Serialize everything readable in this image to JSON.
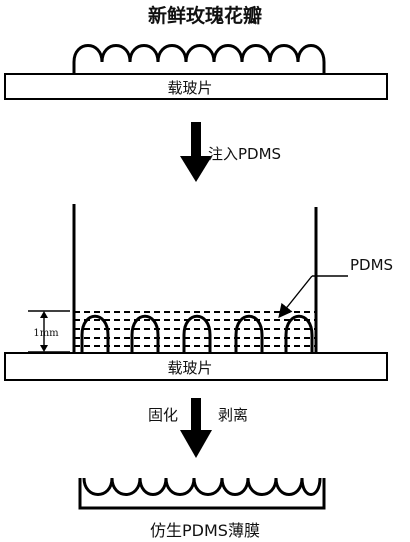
{
  "diagram": {
    "step1_title": "新鲜玫瑰花瓣",
    "slide_label_top": "载玻片",
    "arrow1_label": "注入PDMS",
    "pdms_callout": "PDMS",
    "thickness_label": "1mm",
    "slide_label_mid": "载玻片",
    "arrow2_label_left": "固化",
    "arrow2_label_right": "剥离",
    "result_label": "仿生PDMS薄膜"
  },
  "colors": {
    "ink": "#000000",
    "background": "#ffffff"
  }
}
